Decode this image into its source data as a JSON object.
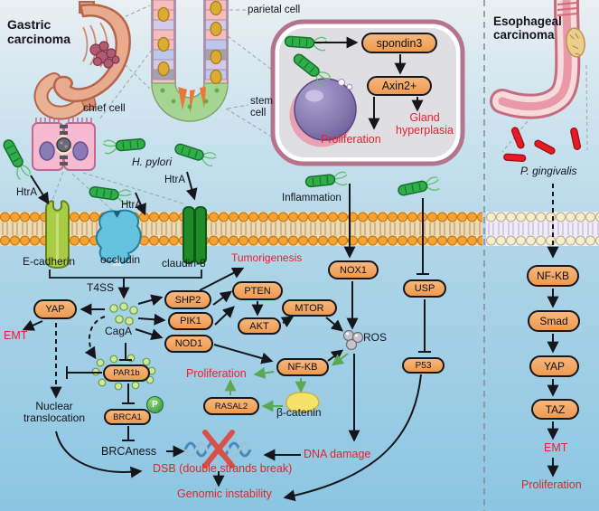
{
  "titles": {
    "gastric": "Gastric carcinoma",
    "esophageal": "Esophageal carcinoma"
  },
  "labels": {
    "parietal_cell": "parietal cell",
    "stem_cell": "stem cell",
    "chief_cell": "chief cell",
    "h_pylori": "H. pylori",
    "p_gingivalis": "P. gingivalis",
    "htra": "HtrA",
    "e_cadherin": "E-cadherin",
    "occludin": "occludin",
    "claudin8": "claudin-8",
    "t4ss": "T4SS",
    "caga": "CagA",
    "inflammation": "Inflammation",
    "nuclear_translocation": "Nuclear translocation",
    "brcaness": "BRCAness",
    "beta_catenin": "β-catenin",
    "ros": "ROS",
    "phospho": "P"
  },
  "nodes": {
    "spondin3": "spondin3",
    "axin2": "Axin2+",
    "shp2": "SHP2",
    "pik1": "PIK1",
    "nod1": "NOD1",
    "pten": "PTEN",
    "akt": "AKT",
    "mtor": "MTOR",
    "nox1": "NOX1",
    "usp": "USP",
    "p53": "P53",
    "yap": "YAP",
    "nfkb": "NF-KB",
    "par1b": "PAR1b",
    "brca1": "BRCA1",
    "rasal2": "RASAL2",
    "smad": "Smad",
    "taz": "TAZ"
  },
  "red_labels": {
    "proliferation": "Proliferation",
    "gland_hyperplasia": "Gland hyperplasia",
    "tumorigenesis": "Tumorigenesis",
    "emt": "EMT",
    "dna_damage": "DNA damage",
    "dsb": "DSB (double strands break)",
    "genomic_instability": "Genomic instability"
  },
  "colors": {
    "node_fill": "#f2a45f",
    "node_border": "#17171c",
    "red_text": "#e8212b",
    "green_arrow": "#5ba853",
    "h_pylori_green": "#2fae4a",
    "p_gingivalis_red": "#e51a24",
    "membrane_orange": "#f5a22e",
    "background_top": "#eaeff2",
    "background_bottom": "#8cc6e2"
  }
}
